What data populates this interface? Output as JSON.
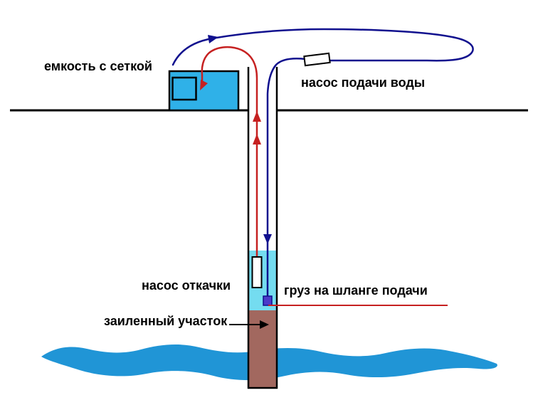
{
  "labels": {
    "tank": "емкость с сеткой",
    "supply_pump": "насос подачи воды",
    "pumping_out_pump": "насос откачки",
    "weight_on_hose": "груз на шланге подачи",
    "silted_section": "заиленный участок"
  },
  "colors": {
    "tank_water": "#2fb1e8",
    "well_water": "#74dcf0",
    "silt": "#a2685f",
    "groundwater": "#2095d6",
    "supply_hose": "#10108e",
    "return_hose": "#c62121",
    "weight": "#4b3ac9",
    "ground_line": "#000000",
    "outline": "#000000"
  }
}
